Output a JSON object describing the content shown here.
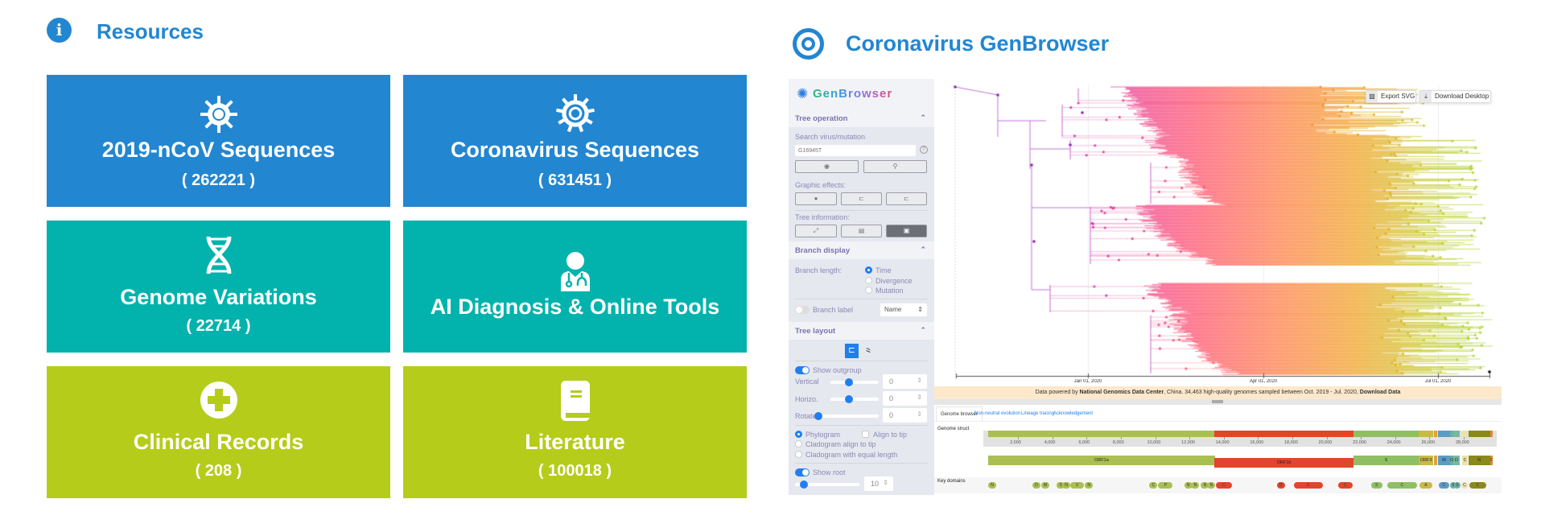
{
  "resources": {
    "title": "Resources",
    "tiles": [
      {
        "label": "2019-nCoV Sequences",
        "count": "( 262221 )",
        "icon": "virus-icon"
      },
      {
        "label": "Coronavirus Sequences",
        "count": "( 631451 )",
        "icon": "gear-virus-icon"
      },
      {
        "label": "Genome Variations",
        "count": "( 22714 )",
        "icon": "dna-icon"
      },
      {
        "label": "AI Diagnosis & Online Tools",
        "icon": "doctor-icon"
      },
      {
        "label": "Clinical Records",
        "count": "( 208 )",
        "icon": "plus-circle-icon"
      },
      {
        "label": "Literature",
        "count": "( 100018 )",
        "icon": "book-icon"
      }
    ],
    "colors": {
      "blue": "#2386d0",
      "teal": "#02b3ad",
      "lime": "#b5cc1a"
    }
  },
  "genbrowser": {
    "title": "Coronavirus GenBrowser",
    "logo_text": "GenBrowser",
    "sidebar": {
      "tree_operation": "Tree operation",
      "search_label": "Search virus/mutation",
      "search_placeholder": "G16945T",
      "graphic_effects": "Graphic effects:",
      "tree_information": "Tree information:",
      "branch_display": "Branch display",
      "branch_length": "Branch length:",
      "branch_length_options": [
        "Time",
        "Divergence",
        "Mutation"
      ],
      "branch_label": "Branch label",
      "branch_label_value": "Name",
      "tree_layout": "Tree layout",
      "show_outgroup": "Show outgroup",
      "vertical": "Vertical",
      "vertical_value": "0",
      "horizo": "Horizo.",
      "horizo_value": "0",
      "rotate": "Rotate",
      "rotate_value": "0",
      "phylogram": "Phylogram",
      "align_to_tip": "Align to tip",
      "cladogram_align": "Cladogram align to tip",
      "cladogram_equal": "Cladogram with equal length",
      "show_root": "Show root",
      "root_value": "10"
    },
    "toolbar": {
      "export_svg": "Export SVG",
      "download_desktop": "Download Desktop"
    },
    "time_axis": [
      "Jan 01, 2020",
      "Apr 01, 2020",
      "Jul 01, 2020"
    ],
    "banner": {
      "pre": "Data powered by ",
      "org": "National Genomics Data Center",
      "mid": ", China. 34,463 high-quality genomes sampled between Oct. 2019 - Jul. 2020, ",
      "link": "Download Data"
    },
    "tabs": [
      "Genome browser",
      "Non-neutral evolution",
      "Lineage tracing",
      "Acknowledgement"
    ],
    "genome_struct_label": "Genome struct",
    "key_domains_label": "Key domains",
    "genome_length": 29903,
    "genome_ticks": [
      "2,000",
      "4,000",
      "6,000",
      "8,000",
      "10,000",
      "12,000",
      "14,000",
      "16,000",
      "18,000",
      "20,000",
      "22,000",
      "24,000",
      "26,000",
      "28,000"
    ],
    "genes": [
      {
        "label": "ORF1a",
        "start": 266,
        "end": 13483,
        "color": "#a9bf52"
      },
      {
        "label": "ORF1b",
        "start": 13468,
        "end": 21555,
        "color": "#e0462a"
      },
      {
        "label": "S",
        "start": 21563,
        "end": 25384,
        "color": "#8fbf63"
      },
      {
        "label": "ORF3",
        "start": 25393,
        "end": 26220,
        "color": "#c9b94a"
      },
      {
        "label": "",
        "start": 26245,
        "end": 26472,
        "color": "#e0a040"
      },
      {
        "label": "M",
        "start": 26523,
        "end": 27191,
        "color": "#5b9bc4"
      },
      {
        "label": "O",
        "start": 27202,
        "end": 27387,
        "color": "#6ab0a8"
      },
      {
        "label": "D",
        "start": 27394,
        "end": 27759,
        "color": "#78b8a0"
      },
      {
        "label": "C",
        "start": 27894,
        "end": 28259,
        "color": "#ebe3a8"
      },
      {
        "label": "N",
        "start": 28274,
        "end": 29533,
        "color": "#8a8a1a"
      },
      {
        "label": "C",
        "start": 29558,
        "end": 29674,
        "color": "#e08a30"
      }
    ],
    "key_domains": [
      {
        "label": "N",
        "start": 260,
        "end": 730,
        "color": "#a9bf52"
      },
      {
        "label": "D",
        "start": 2840,
        "end": 3310,
        "color": "#a9bf52"
      },
      {
        "label": "M",
        "start": 3360,
        "end": 3830,
        "color": "#a9bf52"
      },
      {
        "label": "S",
        "start": 4250,
        "end": 4720,
        "color": "#a9bf52"
      },
      {
        "label": "N",
        "start": 4580,
        "end": 5050,
        "color": "#a9bf52"
      },
      {
        "label": "V",
        "start": 5050,
        "end": 5850,
        "color": "#a9bf52"
      },
      {
        "label": "N",
        "start": 5900,
        "end": 6370,
        "color": "#a9bf52"
      },
      {
        "label": "C",
        "start": 9660,
        "end": 10130,
        "color": "#a9bf52"
      },
      {
        "label": "P",
        "start": 10180,
        "end": 11030,
        "color": "#a9bf52"
      },
      {
        "label": "N",
        "start": 11690,
        "end": 12160,
        "color": "#a9bf52"
      },
      {
        "label": "N",
        "start": 12110,
        "end": 12580,
        "color": "#a9bf52"
      },
      {
        "label": "N",
        "start": 12670,
        "end": 13140,
        "color": "#a9bf52"
      },
      {
        "label": "N",
        "start": 13050,
        "end": 13520,
        "color": "#a9bf52"
      },
      {
        "label": "C",
        "start": 13520,
        "end": 14500,
        "color": "#e0462a"
      },
      {
        "label": "D",
        "start": 17090,
        "end": 17560,
        "color": "#e0462a"
      },
      {
        "label": "C",
        "start": 18080,
        "end": 19770,
        "color": "#e0462a"
      },
      {
        "label": "C",
        "start": 20670,
        "end": 21510,
        "color": "#e0462a"
      },
      {
        "label": "S",
        "start": 22590,
        "end": 23250,
        "color": "#8fbf63"
      },
      {
        "label": "C",
        "start": 23530,
        "end": 25270,
        "color": "#8fbf63"
      },
      {
        "label": "A",
        "start": 25410,
        "end": 26160,
        "color": "#c9b94a"
      },
      {
        "label": "C",
        "start": 26540,
        "end": 27150,
        "color": "#5b9bc4"
      },
      {
        "label": "S",
        "start": 27200,
        "end": 27430,
        "color": "#6ab0a8"
      },
      {
        "label": "S",
        "start": 27430,
        "end": 27670,
        "color": "#6ab0a8"
      },
      {
        "label": "C",
        "start": 27860,
        "end": 28230,
        "color": "#ebe3a8"
      },
      {
        "label": "C",
        "start": 28320,
        "end": 29310,
        "color": "#8a8a1a"
      }
    ]
  }
}
